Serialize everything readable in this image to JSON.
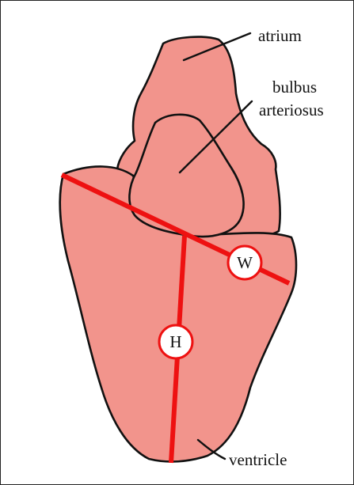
{
  "labels": {
    "atrium": "atrium",
    "bulbus_line1": "bulbus",
    "bulbus_line2": "arteriosus",
    "ventricle": "ventricle"
  },
  "markers": {
    "width": "W",
    "height": "H"
  },
  "colors": {
    "tissue": "#f2948c",
    "measure_line": "#ee1111",
    "outline": "#111111",
    "background": "#ffffff"
  }
}
